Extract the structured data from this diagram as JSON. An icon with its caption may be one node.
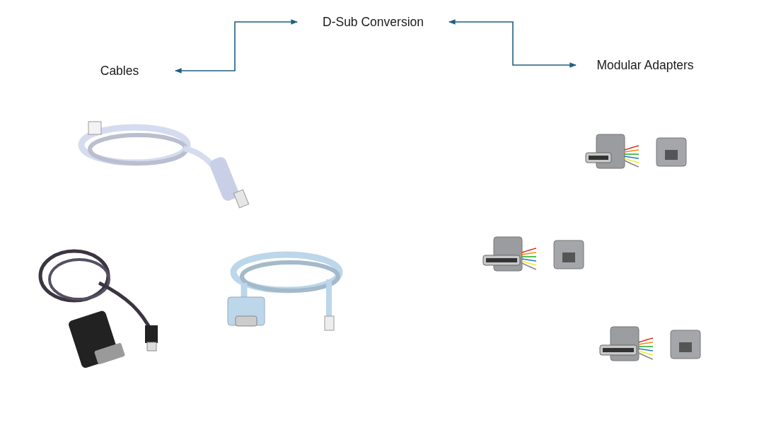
{
  "diagram": {
    "nodes": [
      {
        "text": [
          "D-Sub Conversion"
        ]
      },
      {
        "text": [
          "Cables"
        ]
      },
      {
        "text": [
          "Modular Adapters"
        ]
      }
    ],
    "edges": [
      {
        "from": 0,
        "to": 1,
        "arrow": "both"
      },
      {
        "from": 0,
        "to": 2,
        "arrow": "both"
      }
    ]
  }
}
